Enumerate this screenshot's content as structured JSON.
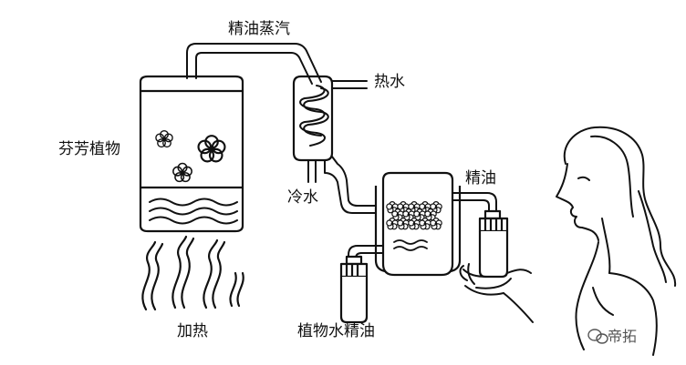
{
  "labels": {
    "vapor": "精油蒸汽",
    "hot_water": "热水",
    "plants": "芬芳植物",
    "cold_water": "冷水",
    "essential_oil": "精油",
    "heating": "加热",
    "hydrosol": "植物水精油"
  },
  "watermark": {
    "text": "帝拓",
    "icon": "wechat-icon"
  },
  "colors": {
    "line": "#111111",
    "background": "#ffffff"
  }
}
